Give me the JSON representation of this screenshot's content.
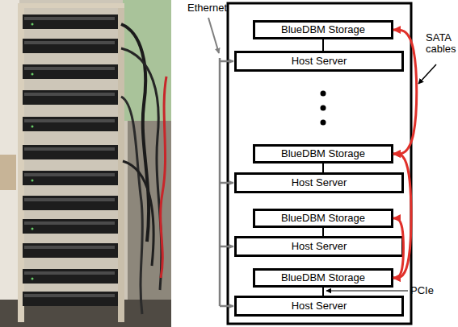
{
  "diagram": {
    "nodes": [
      {
        "text": [
          "BlueDBM Storage"
        ]
      },
      {
        "text": [
          "Host Server"
        ]
      },
      {
        "text": [
          "BlueDBM Storage"
        ]
      },
      {
        "text": [
          "Host Server"
        ]
      },
      {
        "text": [
          "BlueDBM Storage"
        ]
      },
      {
        "text": [
          "Host Server"
        ]
      },
      {
        "text": [
          "BlueDBM Storage"
        ]
      },
      {
        "text": [
          "Host Server"
        ]
      }
    ],
    "edges": [
      {
        "from": 0,
        "to": 1,
        "arrow": "none"
      },
      {
        "from": 2,
        "to": 3,
        "arrow": "none"
      },
      {
        "from": 4,
        "to": 5,
        "arrow": "none"
      },
      {
        "from": 6,
        "to": 7,
        "arrow": "none"
      },
      {
        "from": 0,
        "to": 2,
        "arrow": "both"
      },
      {
        "from": 2,
        "to": 6,
        "arrow": "both"
      },
      {
        "from": 4,
        "to": 6,
        "arrow": "both"
      }
    ],
    "labels": [
      "Ethernet",
      "SATA cables",
      "PCIe"
    ]
  }
}
